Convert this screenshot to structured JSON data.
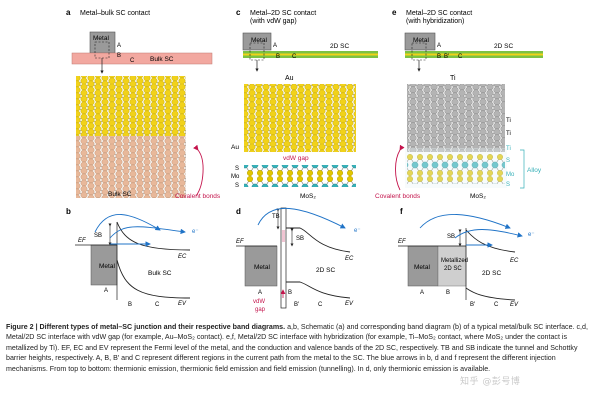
{
  "panels": {
    "a": {
      "letter": "a",
      "title": "Metal–bulk SC contact",
      "metal": "Metal",
      "sc": "Bulk SC",
      "region_a": "A",
      "region_b": "B",
      "region_c": "C",
      "bottom_label": "Bulk SC",
      "covalent": "Covalent bonds"
    },
    "c": {
      "letter": "c",
      "title_line1": "Metal–2D SC contact",
      "title_line2": "(with vdW gap)",
      "metal": "Metal",
      "sc": "2D SC",
      "region_a": "A",
      "region_b": "B",
      "region_c": "C",
      "top_atom": "Au",
      "side_au": "Au",
      "vdw": "vdW gap",
      "s1": "S",
      "mo": "Mo",
      "s2": "S",
      "mos2": "MoS₂"
    },
    "e": {
      "letter": "e",
      "title_line1": "Metal–2D SC contact",
      "title_line2": "(with hybridization)",
      "metal": "Metal",
      "sc": "2D SC",
      "region_a": "A",
      "region_b": "B",
      "region_bp": "B′",
      "region_c": "C",
      "top_atom": "Ti",
      "ti1": "Ti",
      "ti2": "Ti",
      "ti3": "Ti",
      "s1": "S",
      "mo": "Mo",
      "s2": "S",
      "alloy": "Alloy",
      "mos2": "MoS₂",
      "covalent": "Covalent bonds"
    },
    "b": {
      "letter": "b",
      "sb": "SB",
      "ef": "EF",
      "metal": "Metal",
      "sc": "Bulk SC",
      "ec": "EC",
      "ev": "EV",
      "a": "A",
      "b": "B",
      "c": "C",
      "e": "e⁻"
    },
    "d": {
      "letter": "d",
      "tb": "TB",
      "sb": "SB",
      "ef": "EF",
      "metal": "Metal",
      "sc": "2D SC",
      "ec": "EC",
      "ev": "EV",
      "a": "A",
      "b": "B",
      "bp": "B′",
      "c": "C",
      "vdw_line1": "vdW",
      "vdw_line2": "gap",
      "e": "e⁻"
    },
    "f": {
      "letter": "f",
      "sb": "SB",
      "ef": "EF",
      "metal": "Metal",
      "metallized_line1": "Metallized",
      "metallized_line2": "2D SC",
      "sc": "2D SC",
      "ec": "EC",
      "ev": "EV",
      "a": "A",
      "b": "B",
      "bp": "B′",
      "c": "C",
      "e": "e⁻"
    }
  },
  "caption": {
    "lead": "Figure 2 | Different types of metal–SC junction and their respective band diagrams.",
    "body": " a,b, Schematic (a) and corresponding band diagram (b) of a typical metal/bulk SC interface. c,d, Metal/2D SC interface with vdW gap (for example, Au–MoS₂ contact). e,f, Metal/2D SC interface with hybridization (for example, Ti–MoS₂ contact, where MoS₂ under the contact is metallized by Ti). EF, EC and EV represent the Fermi level of the metal, and the conduction and valence bands of the 2D SC, respectively. TB and SB indicate the tunnel and Schottky barrier heights, respectively. A, B, B′ and C represent different regions in the current path from the metal to the SC. The blue arrows in b, d and f represent the different injection mechanisms. From top to bottom: thermionic emission, thermionic field emission and field emission (tunnelling). In d, only thermionic emission is available."
  },
  "watermark": "知乎 @彭号博",
  "colors": {
    "metal": "#9a9a9a",
    "bulk": "#f2a8a0",
    "gold": "#f1d21a",
    "sulfur": "#e2c600",
    "mo": "#36b0b8",
    "bulkatom": "#e8b89a",
    "ti": "#a8a8a8",
    "green": "#7cc243",
    "blue": "#1f73c7",
    "red": "#c4144c"
  }
}
